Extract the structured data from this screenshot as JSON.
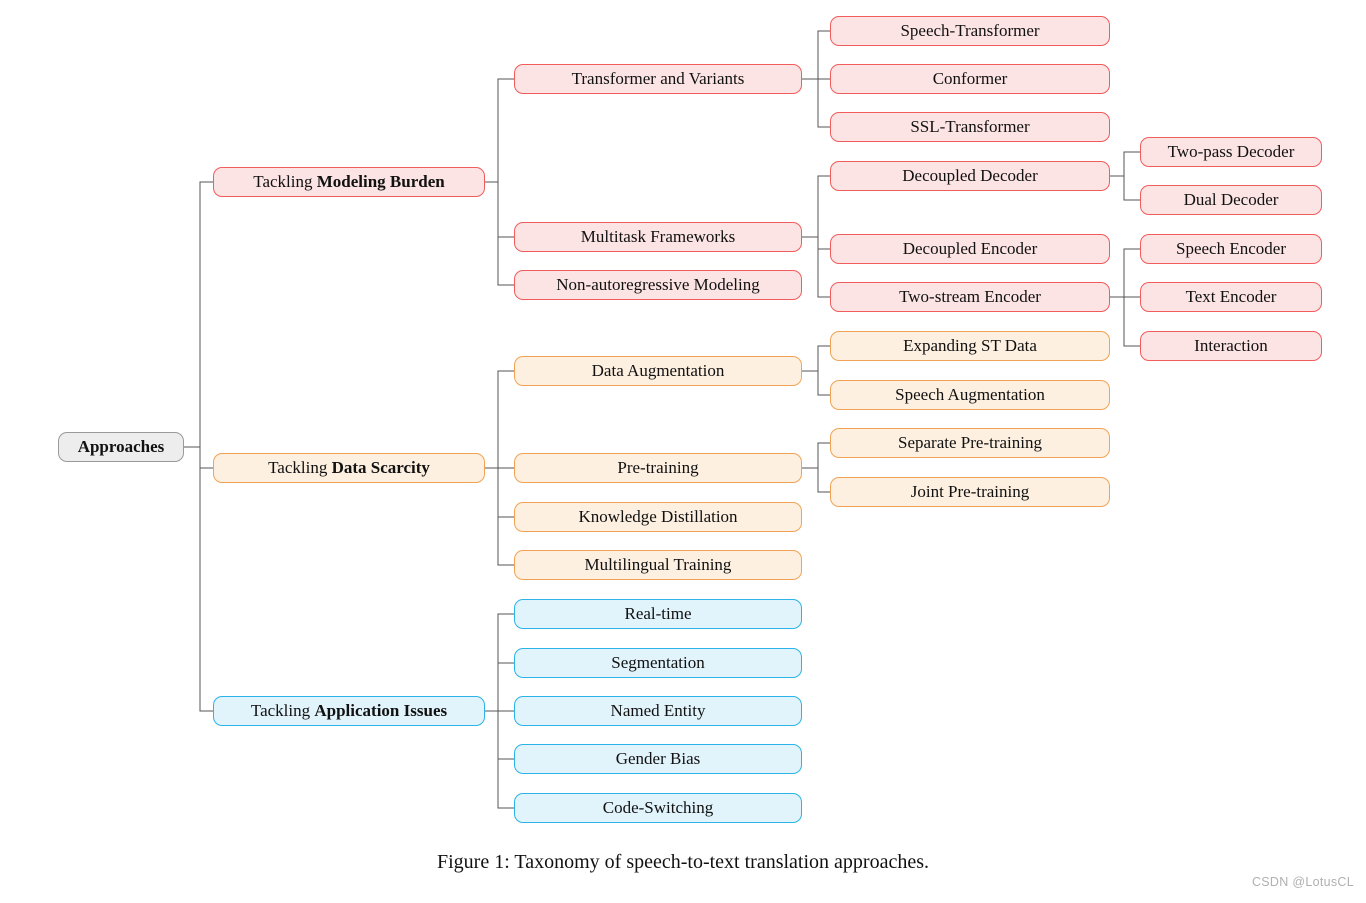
{
  "page": {
    "caption": "Figure 1: Taxonomy of speech-to-text translation approaches.",
    "watermark": "CSDN @LotusCL"
  },
  "palette": {
    "red_border": "#f15c5c",
    "red_fill": "#fce4e4",
    "orange_border": "#f1a355",
    "orange_fill": "#fdf0e0",
    "blue_border": "#2cb4e8",
    "blue_fill": "#e1f3fb",
    "gray_border": "#9a9a9a",
    "gray_fill": "#ededed",
    "connector": "#555555",
    "text": "#111111",
    "watermark_color": "#b0b0b0"
  },
  "tree": {
    "root": {
      "label": "Approaches"
    },
    "branches": [
      {
        "label_prefix": "Tackling ",
        "label_emphasis": "Modeling Burden",
        "color": "red",
        "children": [
          {
            "label": "Transformer and Variants",
            "children": [
              {
                "label": "Speech-Transformer"
              },
              {
                "label": "Conformer"
              },
              {
                "label": "SSL-Transformer"
              }
            ]
          },
          {
            "label": "Multitask Frameworks",
            "children": [
              {
                "label": "Decoupled Decoder",
                "children": [
                  {
                    "label": "Two-pass Decoder"
                  },
                  {
                    "label": "Dual Decoder"
                  }
                ]
              },
              {
                "label": "Decoupled Encoder"
              },
              {
                "label": "Two-stream Encoder",
                "children": [
                  {
                    "label": "Speech Encoder"
                  },
                  {
                    "label": "Text Encoder"
                  },
                  {
                    "label": "Interaction"
                  }
                ]
              }
            ]
          },
          {
            "label": "Non-autoregressive Modeling"
          }
        ]
      },
      {
        "label_prefix": "Tackling ",
        "label_emphasis": "Data Scarcity",
        "color": "orange",
        "children": [
          {
            "label": "Data Augmentation",
            "children": [
              {
                "label": "Expanding ST Data"
              },
              {
                "label": "Speech Augmentation"
              }
            ]
          },
          {
            "label": "Pre-training",
            "children": [
              {
                "label": "Separate Pre-training"
              },
              {
                "label": "Joint Pre-training"
              }
            ]
          },
          {
            "label": "Knowledge Distillation"
          },
          {
            "label": "Multilingual Training"
          }
        ]
      },
      {
        "label_prefix": "Tackling ",
        "label_emphasis": "Application Issues",
        "color": "blue",
        "children": [
          {
            "label": "Real-time"
          },
          {
            "label": "Segmentation"
          },
          {
            "label": "Named Entity"
          },
          {
            "label": "Gender Bias"
          },
          {
            "label": "Code-Switching"
          }
        ]
      }
    ]
  }
}
